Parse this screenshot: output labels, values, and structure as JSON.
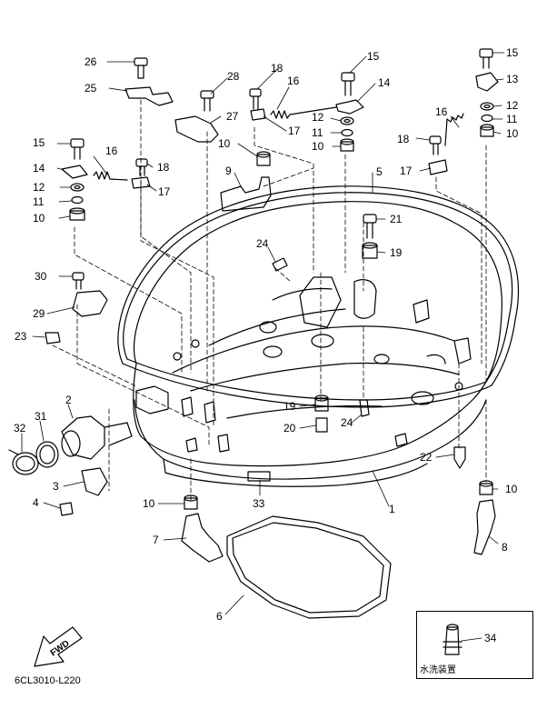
{
  "diagram": {
    "code": "6CL3010-L220",
    "fwd_label": "FWD",
    "inset_caption": "水洗装置",
    "callouts": {
      "c26": "26",
      "c25": "25",
      "c28": "28",
      "c27": "27",
      "c18a": "18",
      "c16a": "16",
      "c17a": "17",
      "c15a": "15",
      "c14a": "14",
      "c12a": "12",
      "c11a": "11",
      "c10a": "10",
      "c15b": "15",
      "c13": "13",
      "c12b": "12",
      "c11b": "11",
      "c10b": "10",
      "c16b": "16",
      "c18b": "18",
      "c17b": "17",
      "c15c": "15",
      "c16c": "16",
      "c14c": "14",
      "c18c": "18",
      "c12c": "12",
      "c17c": "17",
      "c11c": "11",
      "c10c": "10",
      "c10d": "10",
      "c9": "9",
      "c5": "5",
      "c21": "21",
      "c24a": "24",
      "c19a": "19",
      "c30": "30",
      "c29": "29",
      "c23": "23",
      "c2": "2",
      "c32": "32",
      "c31": "31",
      "c3": "3",
      "c4": "4",
      "c19b": "19",
      "c20": "20",
      "c24b": "24",
      "c22": "22",
      "c10e": "10",
      "c33": "33",
      "c1": "1",
      "c10f": "10",
      "c7": "7",
      "c8": "8",
      "c6": "6",
      "c34": "34"
    }
  }
}
